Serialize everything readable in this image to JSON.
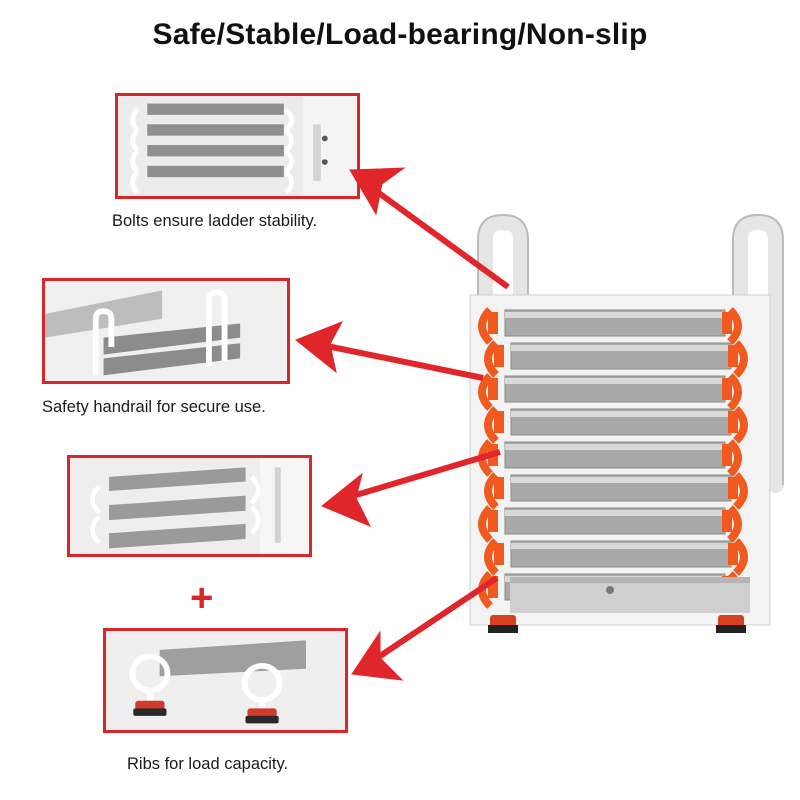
{
  "title": "Safe/Stable/Load-bearing/Non-slip",
  "callouts": [
    {
      "caption": "Bolts ensure ladder stability."
    },
    {
      "caption": "Safety handrail for secure use."
    },
    {
      "caption": "Ribs for load capacity."
    }
  ],
  "plus_sign": "+",
  "colors": {
    "frame": "#d8262b",
    "arrow": "#e0262b",
    "orange_hinge": "#f05a1e",
    "step_gray": "#a9a9a9",
    "rail_white": "#f2f2f2"
  }
}
